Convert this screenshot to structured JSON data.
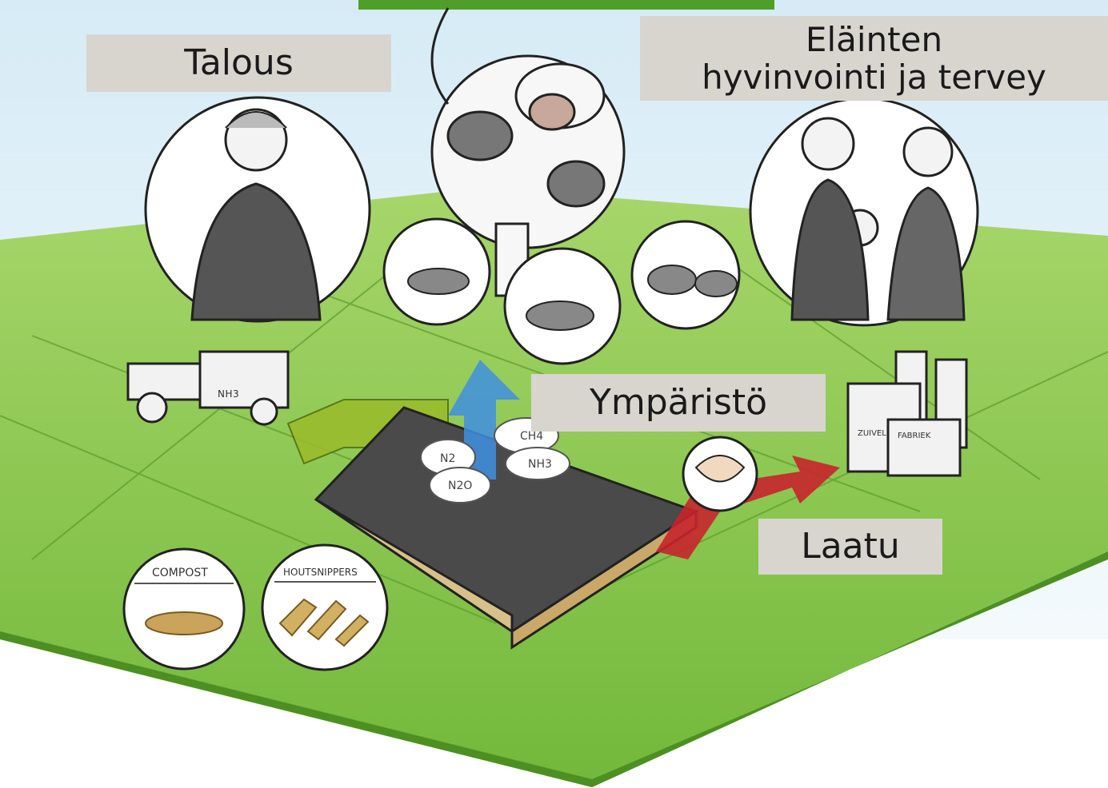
{
  "labels": {
    "talous": "Talous",
    "elainten_line1": "Eläinten",
    "elainten_line2": "hyvinvointi ja tervey",
    "ymparisto": "Ympäristö",
    "laatu": "Laatu"
  },
  "sketch_text": {
    "compost": "COMPOST",
    "houtsnippers": "HOUTSNIPPERS",
    "nh3_tractor": "NH3",
    "ch4": "CH4",
    "nh3_barn": "NH3",
    "n2o": "N2O",
    "n2": "N2",
    "zuivel": "ZUIVEL",
    "fabriek": "FABRIEK"
  },
  "colors": {
    "field_green": "#8cc63f",
    "field_dark": "#5aa02c",
    "sky": "#e3f1f8",
    "label_bg": "#d8d5cf",
    "arrow_blue": "#3f8fe0",
    "arrow_red": "#c8232c",
    "arrow_green": "#9bbb2a",
    "roof": "#4a4a4a"
  },
  "icons": [
    "cow-icon",
    "farmer-icon",
    "family-icon",
    "tractor-icon",
    "barn-icon",
    "factory-icon",
    "milk-icon",
    "compost-icon",
    "woodchips-icon"
  ]
}
